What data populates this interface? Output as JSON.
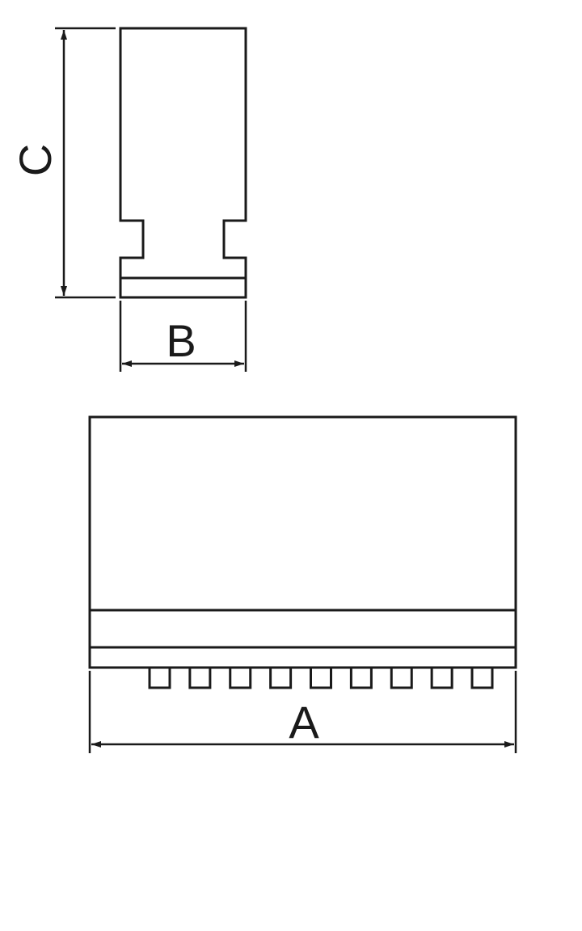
{
  "colors": {
    "stroke": "#1a1a1a",
    "background": "#ffffff"
  },
  "dimensions": {
    "a_label": "A",
    "b_label": "B",
    "c_label": "C"
  },
  "front_view": {
    "tooth_count": 9
  }
}
